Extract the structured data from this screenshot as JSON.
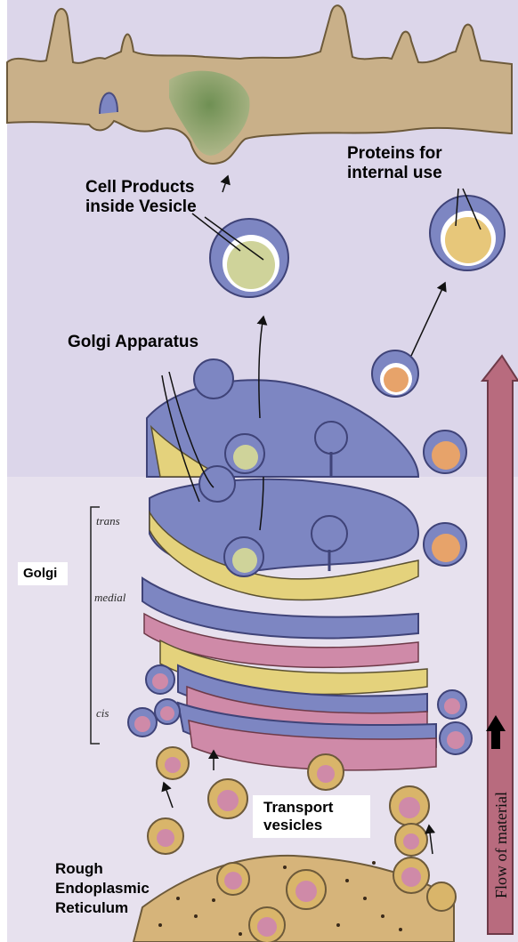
{
  "labels": {
    "cell_products": "Cell Products\ninside Vesicle",
    "proteins_internal": "Proteins for\ninternal use",
    "golgi_apparatus": "Golgi Apparatus",
    "golgi": "Golgi",
    "trans": "trans",
    "medial": "medial",
    "cis": "cis",
    "transport_vesicles": "Transport\nvesicles",
    "rough_er": "Rough\nEndoplasmic\nReticulum",
    "flow_of_material": "Flow of material"
  },
  "colors": {
    "background": "#dcd6ea",
    "membrane": "#c9b089",
    "golgi_blue": "#7d86c2",
    "golgi_yellow": "#e4d27c",
    "golgi_pink": "#cf8aa8",
    "vesicle_tan": "#d9b56a",
    "er_tan": "#d6b47a",
    "flow_arrow": "#b86b7e"
  }
}
